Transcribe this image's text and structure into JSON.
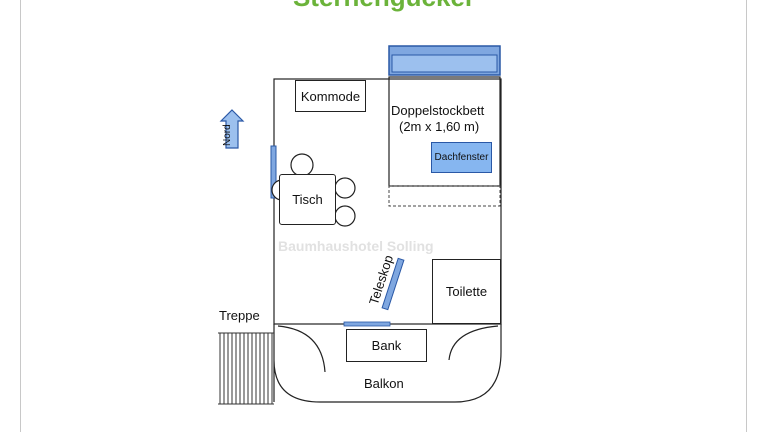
{
  "title": "Sternengucker",
  "watermark": "Baumhaushotel Solling",
  "compass": {
    "label": "Nord"
  },
  "rooms": {
    "kommode": "Kommode",
    "bed": {
      "line1": "Doppelstockbett",
      "line2": "(2m x 1,60 m)"
    },
    "skylight": "Dachfenster",
    "table": "Tisch",
    "telescope": "Teleskop",
    "toilet": "Toilette",
    "stairs": "Treppe",
    "bench": "Bank",
    "balcony": "Balkon"
  },
  "colors": {
    "title": "#6bb33a",
    "window": "#7fa7e0",
    "window_border": "#2a58a6",
    "skylight": "#86b6f0",
    "line": "#222222"
  }
}
